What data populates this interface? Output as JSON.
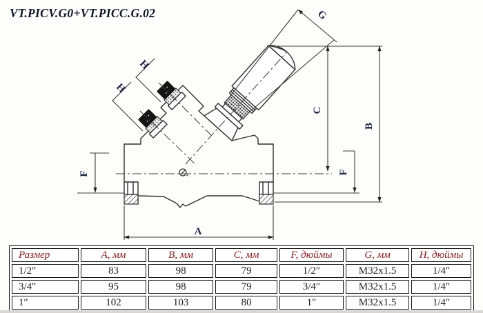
{
  "title": "VT.PICV.G0+VT.PICC.G.02",
  "drawing": {
    "labels": {
      "a": "A",
      "b": "B",
      "c": "C",
      "f": "F",
      "g": "G",
      "h": "H"
    }
  },
  "table": {
    "headers": [
      "Размер",
      "A, мм",
      "B, мм",
      "C, мм",
      "F, дюймы",
      "G, мм",
      "H, дюймы"
    ],
    "rows": [
      [
        "1/2″",
        "83",
        "98",
        "79",
        "1/2″",
        "M32x1.5",
        "1/4″"
      ],
      [
        "3/4″",
        "95",
        "98",
        "79",
        "3/4″",
        "M32x1.5",
        "1/4″"
      ],
      [
        "1″",
        "102",
        "103",
        "80",
        "1″",
        "M32x1.5",
        "1/4″"
      ]
    ]
  },
  "colors": {
    "accent-red": "#8e1c20",
    "label-navy": "#1d2742",
    "line": "#2e2e2e",
    "title-ink": "#0e1526"
  }
}
